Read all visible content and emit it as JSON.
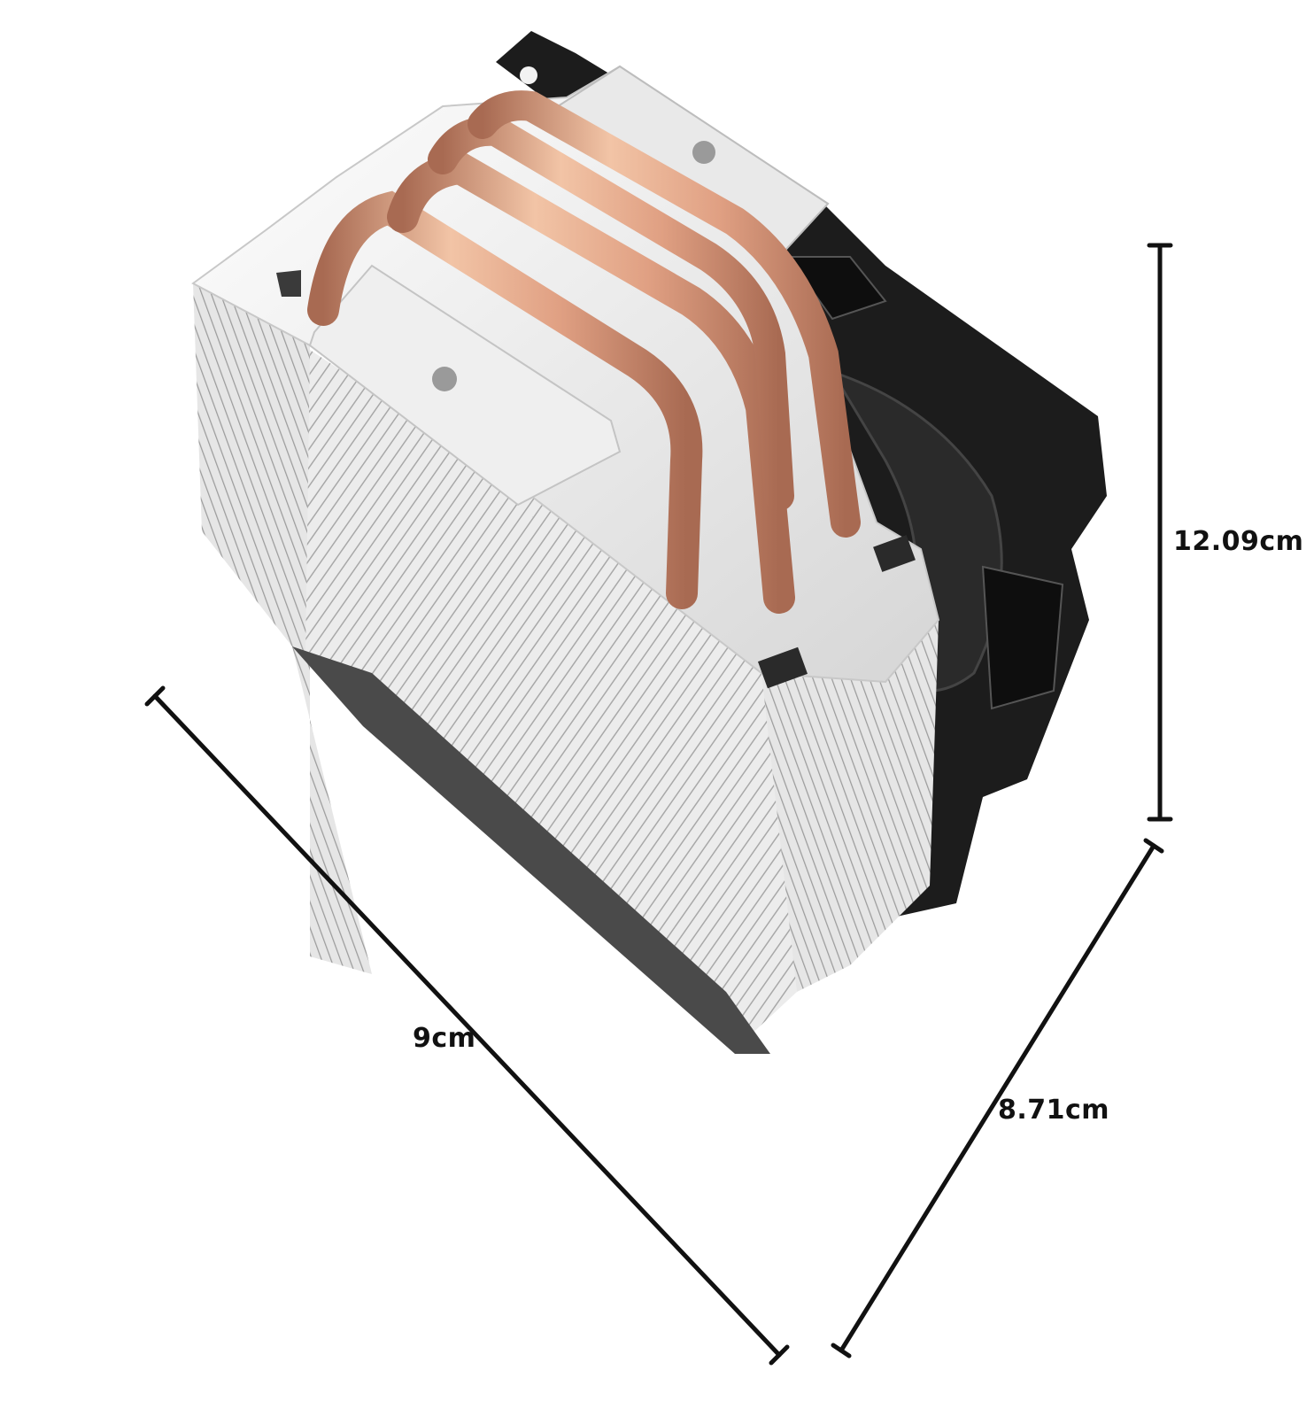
{
  "dimensions": {
    "length_label": "9cm",
    "width_label": "8.71cm",
    "height_label": "12.09cm"
  },
  "colors": {
    "copper_light": "#f2c4a6",
    "copper_mid": "#d9957a",
    "copper_dark": "#a86a52",
    "fin_light": "#f4f4f4",
    "fin_shadow": "#9a9a9a",
    "fan_frame": "#1c1c1c",
    "dimension_line": "#111111"
  }
}
